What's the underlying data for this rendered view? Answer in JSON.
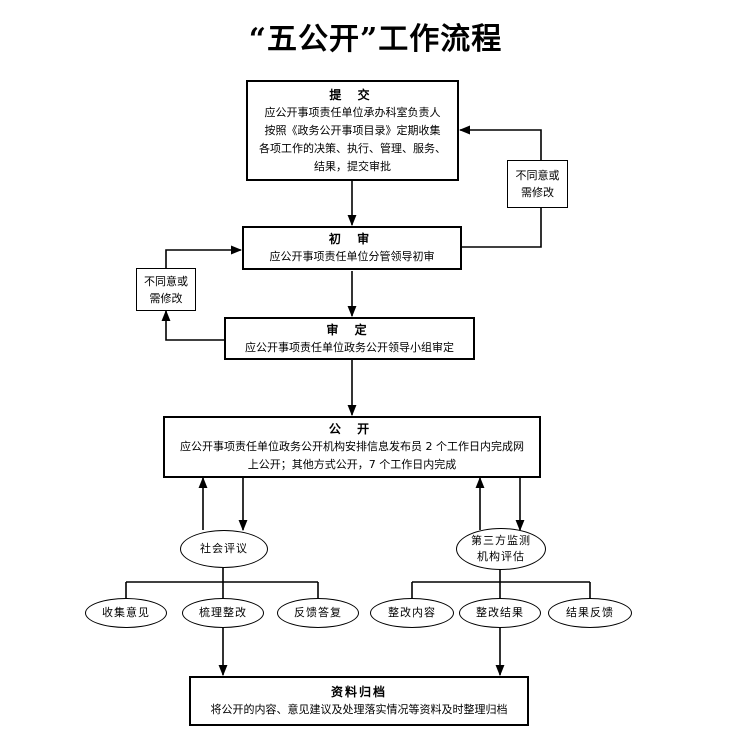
{
  "title": "“五公开”工作流程",
  "steps": {
    "submit": {
      "heading": "提 交",
      "lines": [
        "应公开事项责任单位承办科室负责人",
        "按照《政务公开事项目录》定期收集",
        "各项工作的决策、执行、管理、服务、",
        "结果，提交审批"
      ]
    },
    "initial_review": {
      "heading": "初 审",
      "lines": [
        "应公开事项责任单位分管领导初审"
      ]
    },
    "approval": {
      "heading": "审 定",
      "lines": [
        "应公开事项责任单位政务公开领导小组审定"
      ]
    },
    "publish": {
      "heading": "公 开",
      "lines": [
        "应公开事项责任单位政务公开机构安排信息发布员 2 个工作日内完成网",
        "上公开；其他方式公开，7 个工作日内完成"
      ]
    },
    "archive": {
      "heading": "资料归档",
      "lines": [
        "将公开的内容、意见建议及处理落实情况等资料及时整理归档"
      ]
    }
  },
  "feedback": {
    "right": [
      "不同意或",
      "需修改"
    ],
    "left": [
      "不同意或",
      "需修改"
    ]
  },
  "evaluations": {
    "public": "社会评议",
    "third_party": [
      "第三方监测",
      "机构评估"
    ]
  },
  "actions": {
    "public": [
      "收集意见",
      "梳理整改",
      "反馈答复"
    ],
    "third_party": [
      "整改内容",
      "整改结果",
      "结果反馈"
    ]
  }
}
